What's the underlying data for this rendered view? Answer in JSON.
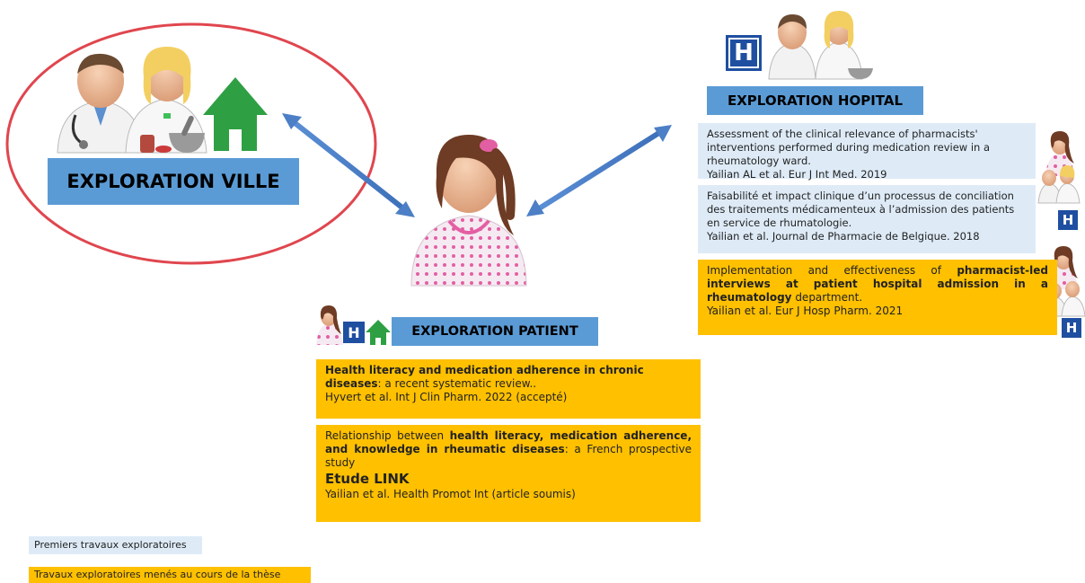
{
  "ville": {
    "label": "EXPLORATION VILLE"
  },
  "hopital": {
    "label": "EXPLORATION HOPITAL",
    "h_letter": "H"
  },
  "patient": {
    "label": "EXPLORATION PATIENT",
    "h_letter": "H"
  },
  "hopital_refs": [
    {
      "text": "Assessment of the clinical relevance of pharmacists' interventions performed during medication review in a rheumatology ward.",
      "citation": "Yailian AL et al. Eur J Int Med. 2019"
    },
    {
      "text": "Faisabilité et impact clinique d’un processus de conciliation des traitements médicamenteux à l’admission des patients en service de rhumatologie.",
      "citation": "Yailian et al. Journal de Pharmacie de Belgique. 2018",
      "h_letter": "H"
    },
    {
      "text_pre": "Implementation and effectiveness of ",
      "text_bold": "pharmacist-led interviews at patient hospital admission in a rheumatology",
      "text_post": " department.",
      "citation": "Yailian et al. Eur J Hosp Pharm. 2021",
      "h_letter": "H"
    }
  ],
  "patient_refs": [
    {
      "text_bold": "Health literacy and medication adherence in chronic diseases",
      "text_post": ": a recent systematic review..",
      "citation": "Hyvert et al. Int J Clin Pharm. 2022 (accepté)"
    },
    {
      "text_pre": "Relationship between ",
      "text_bold": "health literacy, medication adherence, and knowledge in rheumatic diseases",
      "text_post": ": a French prospective study",
      "etude": "Etude LINK",
      "citation": "Yailian et al. Health Promot Int (article soumis)"
    }
  ],
  "legend": [
    {
      "label": "Premiers travaux exploratoires",
      "color": "#deebf7"
    },
    {
      "label": "Travaux exploratoires menés au cours de la thèse",
      "color": "#ffc000"
    }
  ],
  "colors": {
    "label_blue": "#5b9bd5",
    "light_blue": "#deebf7",
    "gold": "#ffc000",
    "ellipse_red": "#e0464e",
    "house_green": "#2ea043",
    "hospital_blue": "#1f4fa0"
  }
}
